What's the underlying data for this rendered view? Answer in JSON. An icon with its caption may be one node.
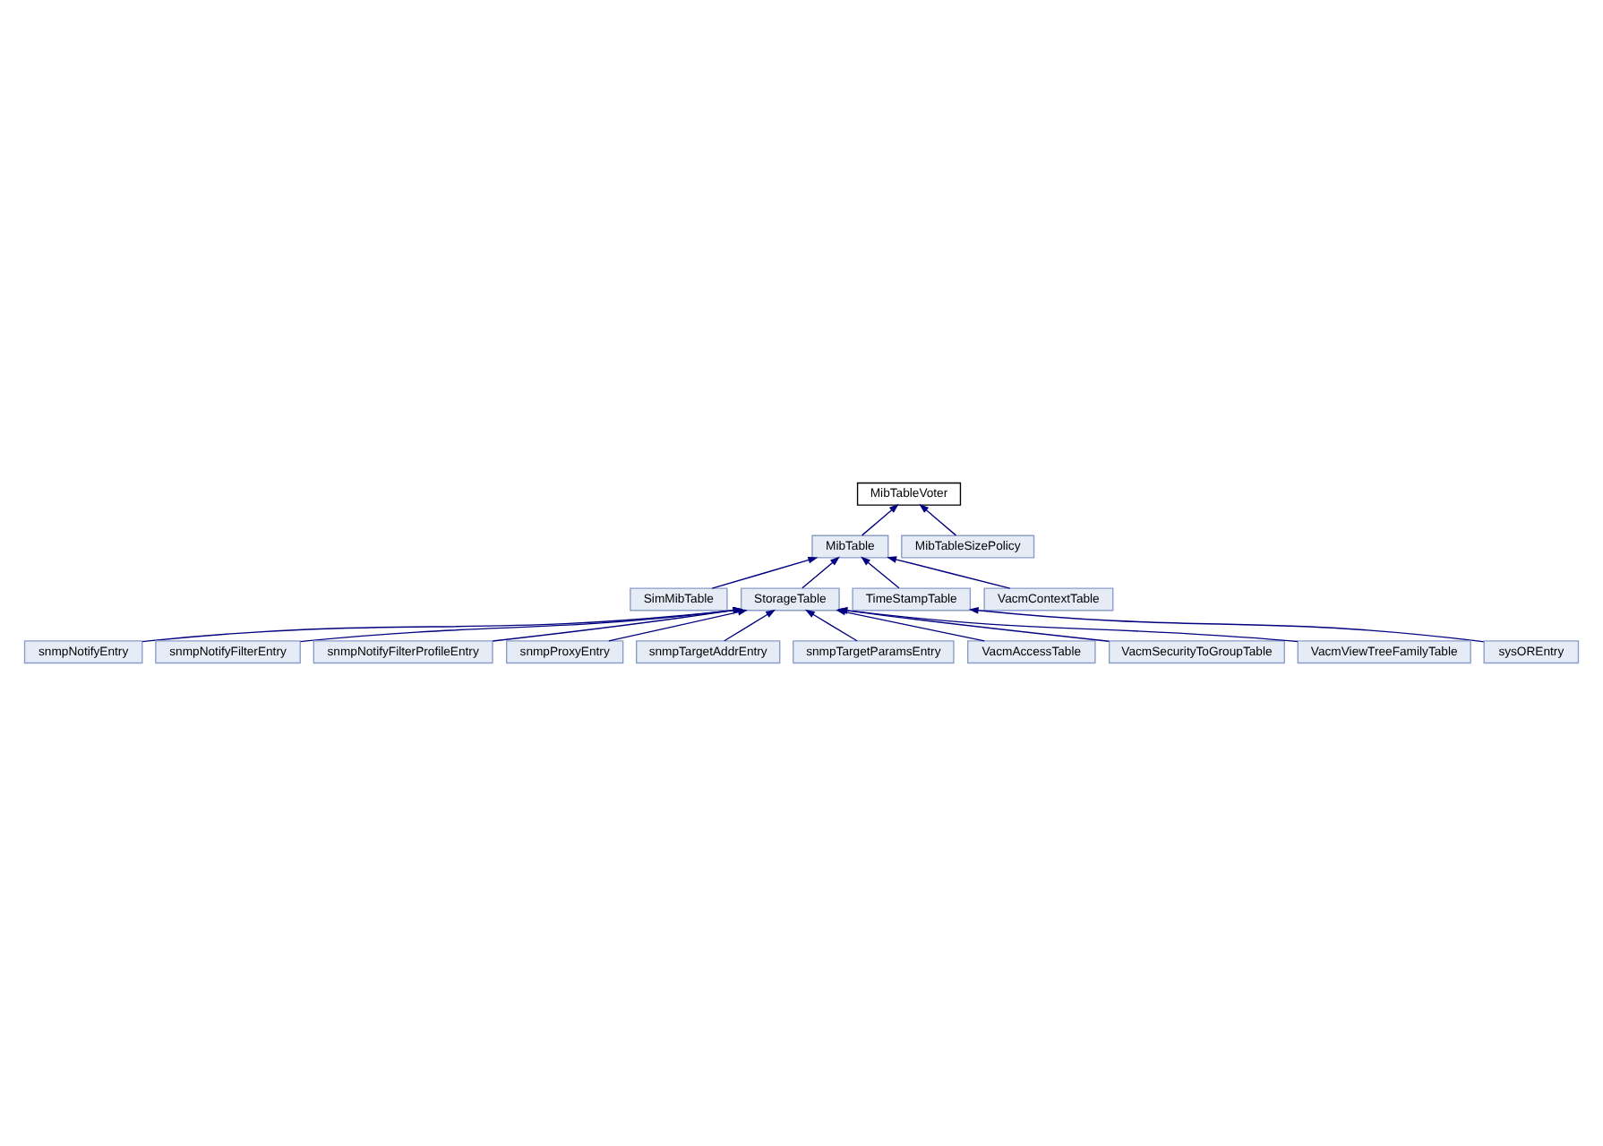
{
  "diagram": {
    "nodes": [
      {
        "text": [
          "MibTableVoter"
        ]
      },
      {
        "text": [
          "MibTable"
        ]
      },
      {
        "text": [
          "MibTableSizePolicy"
        ]
      },
      {
        "text": [
          "SimMibTable"
        ]
      },
      {
        "text": [
          "StorageTable"
        ]
      },
      {
        "text": [
          "TimeStampTable"
        ]
      },
      {
        "text": [
          "VacmContextTable"
        ]
      },
      {
        "text": [
          "sysOREntry"
        ]
      },
      {
        "text": [
          "snmpNotifyEntry"
        ]
      },
      {
        "text": [
          "snmpNotifyFilterEntry"
        ]
      },
      {
        "text": [
          "snmpNotifyFilterProfileEntry"
        ]
      },
      {
        "text": [
          "snmpProxyEntry"
        ]
      },
      {
        "text": [
          "snmpTargetAddrEntry"
        ]
      },
      {
        "text": [
          "snmpTargetParamsEntry"
        ]
      },
      {
        "text": [
          "VacmAccessTable"
        ]
      },
      {
        "text": [
          "VacmSecurityToGroupTable"
        ]
      },
      {
        "text": [
          "VacmViewTreeFamilyTable"
        ]
      }
    ],
    "edges": [
      {
        "from": 1,
        "to": 0,
        "arrow": "to"
      },
      {
        "from": 2,
        "to": 0,
        "arrow": "to"
      },
      {
        "from": 3,
        "to": 1,
        "arrow": "to"
      },
      {
        "from": 4,
        "to": 1,
        "arrow": "to"
      },
      {
        "from": 5,
        "to": 1,
        "arrow": "to"
      },
      {
        "from": 6,
        "to": 1,
        "arrow": "to"
      },
      {
        "from": 7,
        "to": 5,
        "arrow": "to"
      },
      {
        "from": 8,
        "to": 4,
        "arrow": "to"
      },
      {
        "from": 9,
        "to": 4,
        "arrow": "to"
      },
      {
        "from": 10,
        "to": 4,
        "arrow": "to"
      },
      {
        "from": 11,
        "to": 4,
        "arrow": "to"
      },
      {
        "from": 12,
        "to": 4,
        "arrow": "to"
      },
      {
        "from": 13,
        "to": 4,
        "arrow": "to"
      },
      {
        "from": 14,
        "to": 4,
        "arrow": "to"
      },
      {
        "from": 15,
        "to": 4,
        "arrow": "to"
      },
      {
        "from": 16,
        "to": 4,
        "arrow": "to"
      }
    ]
  }
}
